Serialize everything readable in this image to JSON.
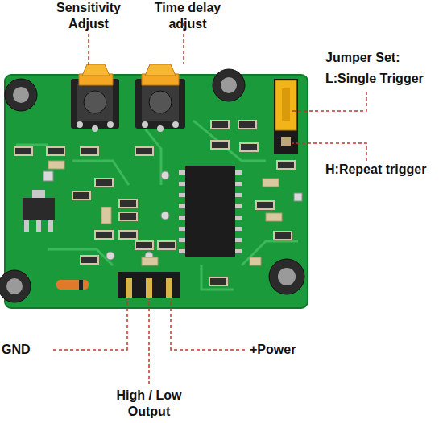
{
  "diagram": {
    "labels": [
      "Sensitivity Adjust",
      "Time delay adjust",
      "Jumper Set:",
      "L:Single Trigger",
      "H:Repeat trigger",
      "GND",
      "High / Low Output",
      "+Power"
    ]
  }
}
